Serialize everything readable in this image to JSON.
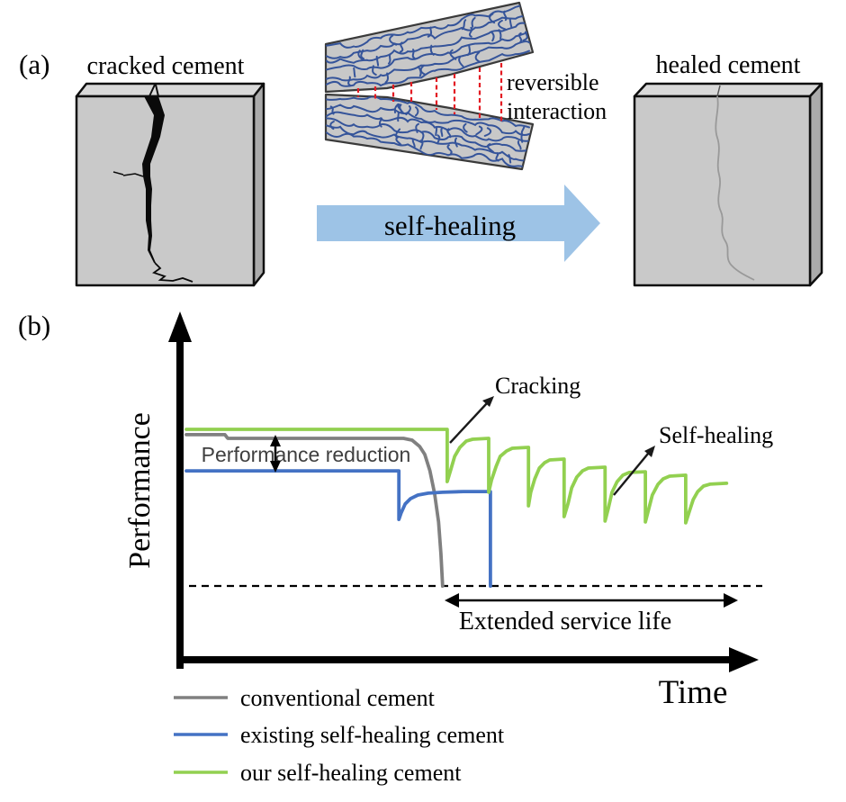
{
  "panel_a": {
    "label": "(a)",
    "cracked_title": "cracked cement",
    "healed_title": "healed cement",
    "reversible_line1": "reversible",
    "reversible_line2": "interaction",
    "arrow_label": "self-healing",
    "colors": {
      "block_front": "#C9C9C9",
      "block_top": "#D9D9D9",
      "block_side": "#ABABAB",
      "polymer_chain": "#35549A",
      "reversible_dash": "#E31B23",
      "healing_arrow": "#9DC3E6",
      "healed_crack": "#999999"
    }
  },
  "panel_b": {
    "label": "(b)",
    "chart_data": {
      "type": "line",
      "title": "",
      "xlabel": "Time",
      "ylabel": "Performance",
      "x_range": [
        0,
        100
      ],
      "y_range": [
        0,
        100
      ],
      "grid": false,
      "legend_position": "bottom-left",
      "baseline": {
        "p": 32,
        "style": "dashed"
      },
      "extended_service_life_span": [
        45.3,
        95.5
      ],
      "annotations": {
        "performance_reduction": "Performance reduction",
        "cracking": "Cracking",
        "self_healing": "Self-healing",
        "extended_service_life": "Extended service life"
      },
      "legend": [
        {
          "label": "conventional cement",
          "color": "#808080"
        },
        {
          "label": "existing self-healing cement",
          "color": "#4472C4"
        },
        {
          "label": "our self-healing cement",
          "color": "#92D050"
        }
      ],
      "series": [
        {
          "name": "conventional cement",
          "color": "#808080",
          "points": [
            [
              0,
              97.7
            ],
            [
              6.7,
              97.7
            ],
            [
              7.2,
              96.1
            ],
            [
              37.7,
              96.1
            ],
            [
              39.2,
              95.3
            ],
            [
              40.5,
              92.6
            ],
            [
              41.4,
              89.1
            ],
            [
              42.3,
              82.0
            ],
            [
              43.1,
              72.3
            ],
            [
              43.8,
              59.8
            ],
            [
              44.2,
              46.1
            ],
            [
              44.5,
              32.0
            ]
          ]
        },
        {
          "name": "existing self-healing cement",
          "color": "#4472C4",
          "points": [
            [
              0,
              82.0
            ],
            [
              36.9,
              82.0
            ],
            [
              36.9,
              60.9
            ],
            [
              37.3,
              63.7
            ],
            [
              38.0,
              67.6
            ],
            [
              38.9,
              69.9
            ],
            [
              40.2,
              71.5
            ],
            [
              42.0,
              72.3
            ],
            [
              44.5,
              72.7
            ],
            [
              48.1,
              73.0
            ],
            [
              52.8,
              73.0
            ],
            [
              52.8,
              32.0
            ]
          ]
        },
        {
          "name": "our self-healing cement",
          "color": "#92D050",
          "points": [
            [
              0,
              100
            ],
            [
              45.3,
              100
            ],
            [
              45.3,
              77.3
            ],
            [
              45.9,
              82.4
            ],
            [
              46.6,
              88.3
            ],
            [
              47.5,
              92.2
            ],
            [
              48.6,
              94.9
            ],
            [
              49.7,
              95.7
            ],
            [
              52.5,
              96.1
            ],
            [
              52.5,
              72.7
            ],
            [
              53.0,
              78.1
            ],
            [
              53.8,
              84.0
            ],
            [
              54.5,
              88.3
            ],
            [
              55.6,
              90.6
            ],
            [
              56.6,
              91.8
            ],
            [
              59.4,
              92.2
            ],
            [
              59.4,
              66.8
            ],
            [
              59.8,
              72.7
            ],
            [
              60.5,
              78.5
            ],
            [
              61.3,
              83.2
            ],
            [
              62.2,
              85.5
            ],
            [
              63.1,
              86.7
            ],
            [
              65.6,
              87.1
            ],
            [
              65.6,
              62.1
            ],
            [
              66.3,
              68.0
            ],
            [
              66.9,
              74.6
            ],
            [
              67.8,
              79.3
            ],
            [
              68.8,
              82.0
            ],
            [
              69.8,
              83.2
            ],
            [
              72.7,
              83.6
            ],
            [
              72.7,
              60.2
            ],
            [
              73.3,
              66.0
            ],
            [
              73.9,
              72.7
            ],
            [
              74.8,
              77.3
            ],
            [
              75.8,
              80.1
            ],
            [
              76.9,
              81.3
            ],
            [
              79.7,
              81.6
            ],
            [
              79.7,
              59.8
            ],
            [
              80.3,
              65.6
            ],
            [
              80.9,
              71.5
            ],
            [
              81.9,
              76.2
            ],
            [
              82.8,
              78.5
            ],
            [
              83.9,
              79.7
            ],
            [
              86.7,
              80.1
            ],
            [
              86.7,
              59.4
            ],
            [
              87.3,
              64.1
            ],
            [
              88.0,
              69.5
            ],
            [
              88.8,
              73.0
            ],
            [
              89.8,
              75.4
            ],
            [
              90.9,
              76.2
            ],
            [
              93.8,
              76.6
            ]
          ]
        }
      ]
    }
  }
}
